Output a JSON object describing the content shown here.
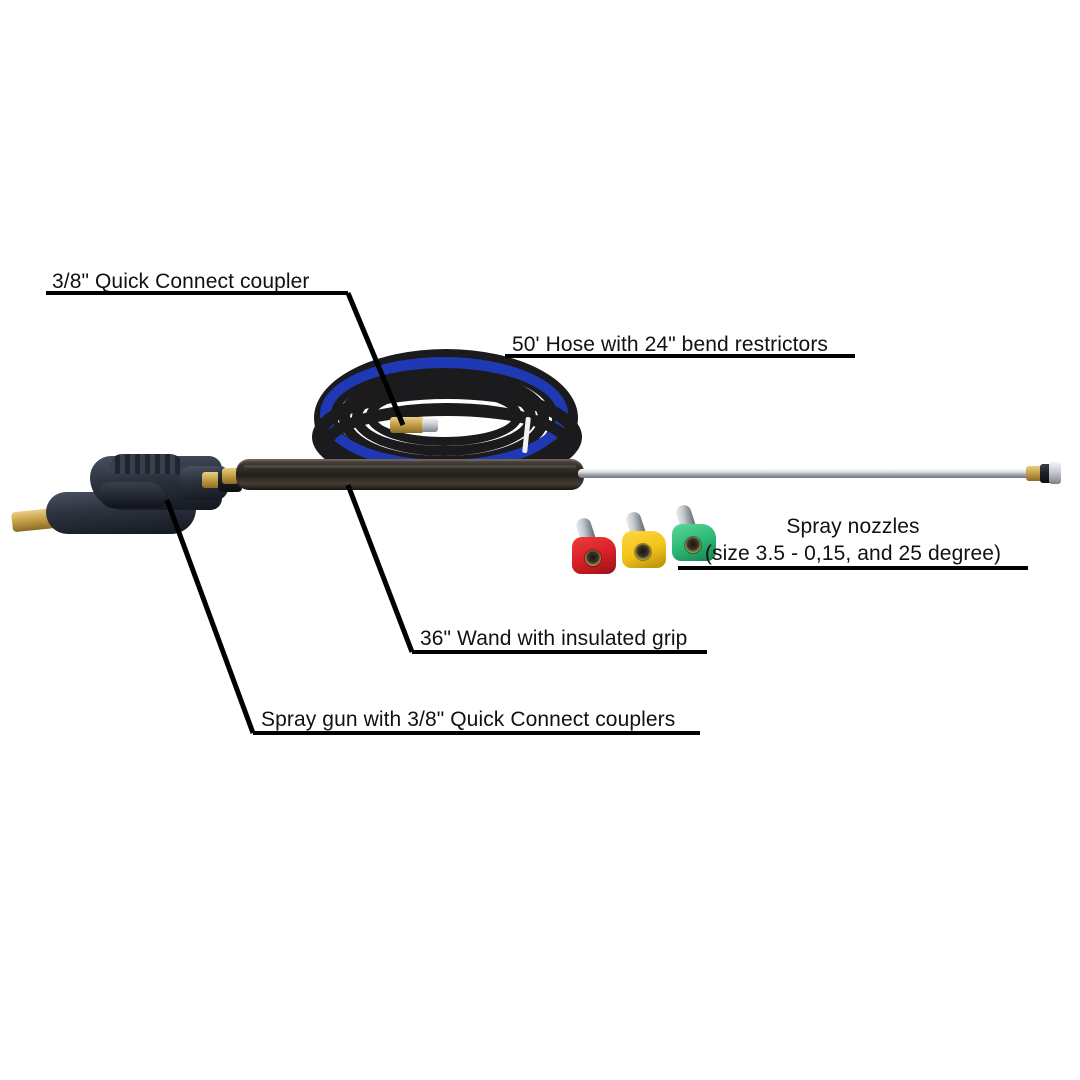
{
  "page": {
    "background_color": "#ffffff",
    "text_color": "#111111",
    "rule_color": "#000000",
    "leader_color": "#000000"
  },
  "callouts": [
    {
      "id": "quick-connect-coupler",
      "text": "3/8\" Quick Connect coupler",
      "has_leader": true,
      "points_to": "hose-brass-coupler"
    },
    {
      "id": "hose",
      "text": "50' Hose with 24\" bend restrictors",
      "has_leader": false,
      "points_to": "hose-coil"
    },
    {
      "id": "spray-nozzles",
      "line1": "Spray nozzles",
      "line2": "(size 3.5 - 0,15, and 25 degree)",
      "has_leader": false,
      "points_to": "nozzle-set"
    },
    {
      "id": "wand",
      "text": "36\" Wand with insulated grip",
      "has_leader": true,
      "points_to": "wand-grip"
    },
    {
      "id": "spray-gun",
      "text": "Spray gun with 3/8\" Quick Connect couplers",
      "has_leader": true,
      "points_to": "spray-gun"
    }
  ],
  "product": {
    "name": "pressure-washer-accessory-kit",
    "parts": [
      {
        "id": "spray-gun",
        "label": "spray gun",
        "color": "#1b2029"
      },
      {
        "id": "wand-grip",
        "label": "insulated wand grip",
        "color": "#231f1b"
      },
      {
        "id": "lance",
        "label": "steel lance",
        "color": "#c8ccd1"
      },
      {
        "id": "hose-coil",
        "label": "coiled high pressure hose",
        "color": "#1b1b1d"
      },
      {
        "id": "bend-restrictor",
        "label": "bend restrictor",
        "color": "#1f39b4"
      },
      {
        "id": "brass-coupler",
        "label": "brass quick connect coupler",
        "color": "#c7a24a"
      }
    ],
    "nozzles": [
      {
        "id": "nozzle-red",
        "color_name": "red",
        "color": "#d41f26",
        "size": "3.5",
        "degree": "0"
      },
      {
        "id": "nozzle-yellow",
        "color_name": "yellow",
        "color": "#f2c21a",
        "size": "3.5",
        "degree": "15"
      },
      {
        "id": "nozzle-green",
        "color_name": "green",
        "color": "#2bb673",
        "size": "3.5",
        "degree": "25"
      }
    ]
  }
}
